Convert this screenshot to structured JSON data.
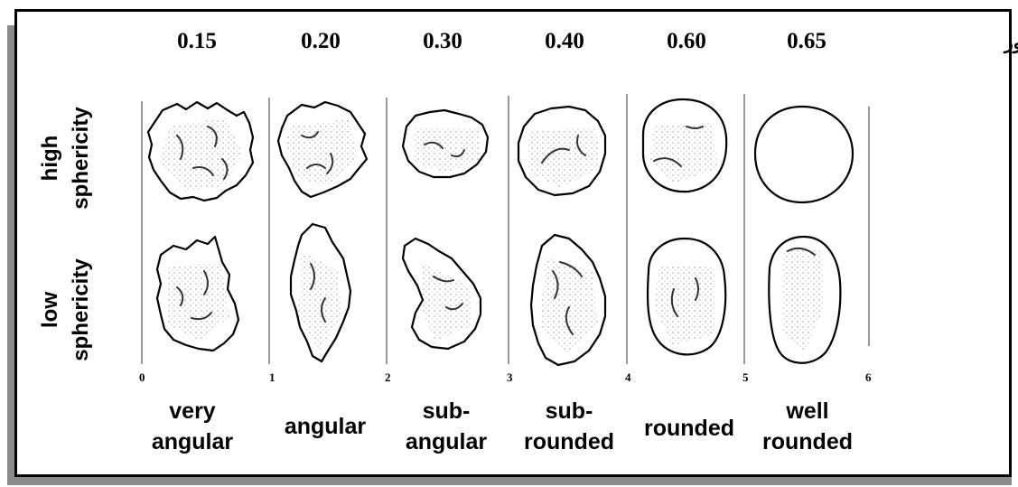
{
  "scale_title": "مقياس پاور",
  "roundness_values": [
    "0.15",
    "0.20",
    "0.30",
    "0.40",
    "0.60",
    "0.65"
  ],
  "row_labels": {
    "high": [
      "high",
      "sphericity"
    ],
    "low": [
      "low",
      "sphericity"
    ]
  },
  "scale_ticks": [
    "0",
    "1",
    "2",
    "3",
    "4",
    "5",
    "6"
  ],
  "categories": [
    [
      "very",
      "angular"
    ],
    [
      "angular"
    ],
    [
      "sub-",
      "angular"
    ],
    [
      "sub-",
      "rounded"
    ],
    [
      "rounded"
    ],
    [
      "well",
      "rounded"
    ]
  ]
}
